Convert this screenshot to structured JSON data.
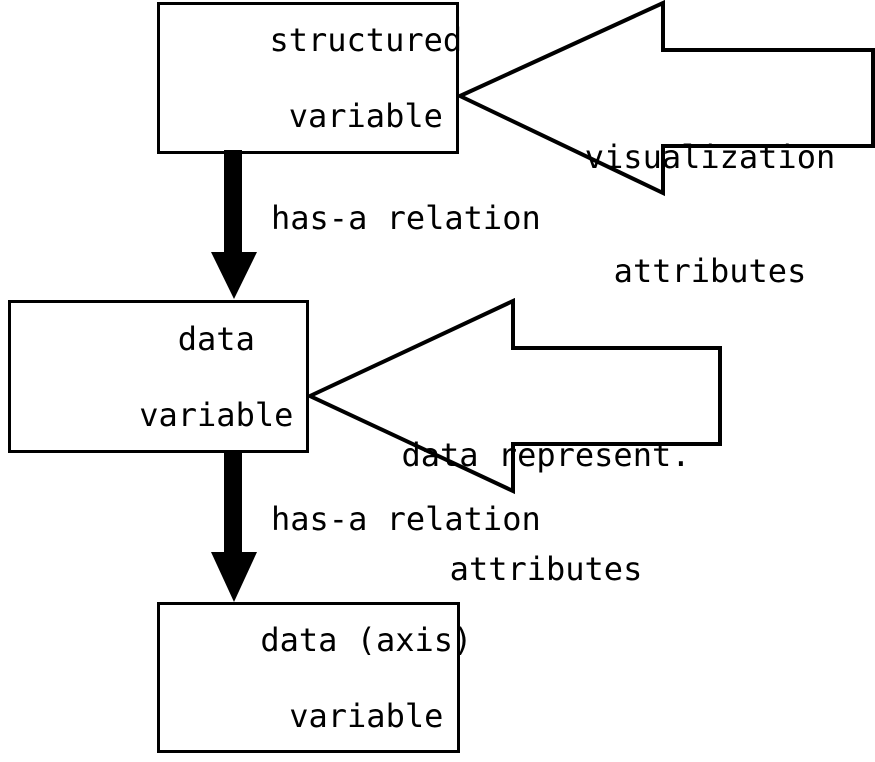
{
  "diagram": {
    "title": "structured variable has-a relation hierarchy",
    "background_color": "#ffffff",
    "stroke_color": "#000000",
    "nodes": [
      {
        "id": "structured-variable",
        "label": "structured\nvariable",
        "line1": "structured",
        "line2": "variable"
      },
      {
        "id": "data-variable",
        "label": "data\nvariable",
        "line1": "data",
        "line2": "variable"
      },
      {
        "id": "data-axis-variable",
        "label": "data (axis)\nvariable",
        "line1": "data (axis)",
        "line2": "variable"
      }
    ],
    "block_arrows": [
      {
        "id": "visualization-attributes",
        "label": "visualization\nattributes",
        "line1": "visualization",
        "line2": "attributes",
        "points_to": "structured-variable",
        "direction": "left"
      },
      {
        "id": "data-represent-attributes",
        "label": "data represent.\nattributes",
        "line1": "data represent.",
        "line2": "attributes",
        "points_to": "data-variable",
        "direction": "left"
      }
    ],
    "edges": [
      {
        "id": "has-a-relation-1",
        "label": "has-a relation",
        "from": "structured-variable",
        "to": "data-variable",
        "direction": "down"
      },
      {
        "id": "has-a-relation-2",
        "label": "has-a relation",
        "from": "data-variable",
        "to": "data-axis-variable",
        "direction": "down"
      }
    ]
  }
}
